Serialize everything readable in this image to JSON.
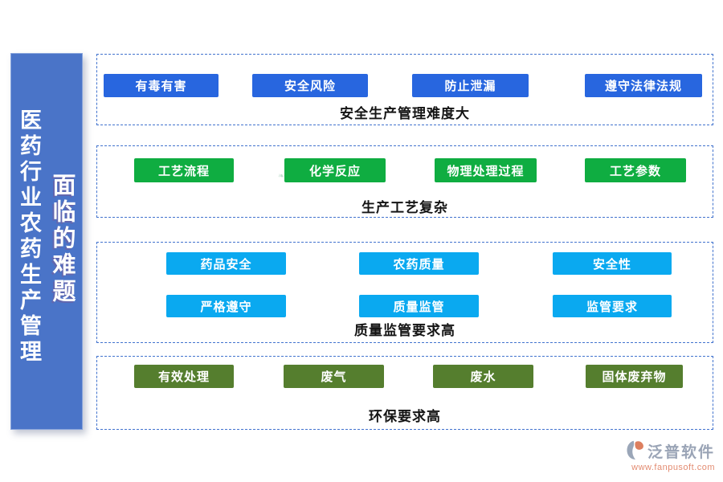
{
  "banner": {
    "title_main": "医药行业农药生产管理",
    "title_sub": "面临的难题",
    "background_color": "#4A74C8",
    "text_color": "#FFFFFF"
  },
  "sections": [
    {
      "caption": "安全生产管理难度大",
      "pill_color": "#2866DF",
      "buttons": [
        "有毒有害",
        "安全风险",
        "防止泄漏",
        "遵守法律法规"
      ]
    },
    {
      "caption": "生产工艺复杂",
      "pill_color": "#0FAD41",
      "buttons": [
        "工艺流程",
        "化学反应",
        "物理处理过程",
        "工艺参数"
      ]
    },
    {
      "caption": "质量监管要求高",
      "pill_color": "#0AA9F0",
      "buttons": [
        "药品安全",
        "农药质量",
        "安全性",
        "严格遵守",
        "质量监管",
        "监管要求"
      ]
    },
    {
      "caption": "环保要求高",
      "pill_color": "#557E2E",
      "buttons": [
        "有效处理",
        "废气",
        "废水",
        "固体废弃物"
      ]
    }
  ],
  "border_color": "#4273CE",
  "footer": {
    "brand": "泛普软件",
    "url": "www.fanpusoft.com",
    "brand_color": "#9AA4B6",
    "url_color": "#E38C72"
  }
}
